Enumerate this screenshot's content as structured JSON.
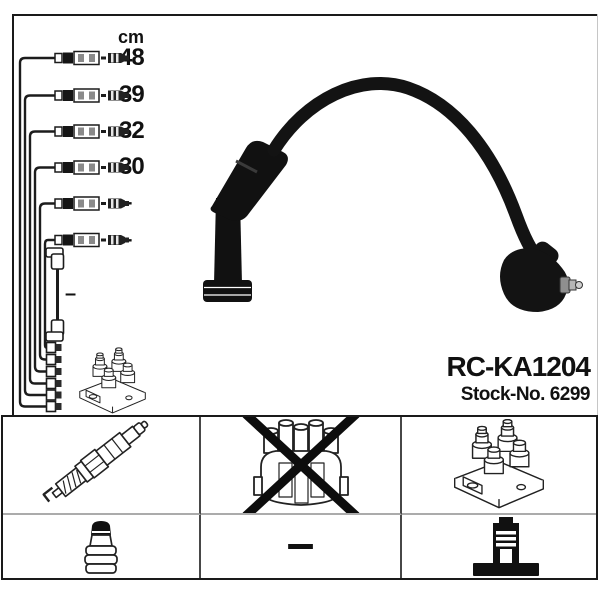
{
  "panel": {
    "unit_header": "cm",
    "cable_rows": [
      {
        "length": "48"
      },
      {
        "length": "39"
      },
      {
        "length": "32"
      },
      {
        "length": "30"
      },
      {
        "length": "–"
      },
      {
        "length": "–"
      }
    ],
    "coil_wire_length": "–",
    "part_number": "RC-KA1204",
    "stock_number": "Stock-No. 6299"
  },
  "table": {
    "cells": [
      {
        "icon": "spark-plug"
      },
      {
        "icon": "distributor-cap-crossed-out"
      },
      {
        "icon": "ignition-coil"
      },
      {
        "icon": "spark-plug-connector"
      },
      {
        "value": "–"
      },
      {
        "icon": "coil-connector"
      }
    ]
  },
  "icons": {
    "cable_row_icon": "ignition-lead-connector",
    "terminal_icon": "lead-terminal",
    "coil_pack_icon": "ignition-coil",
    "photo": "ignition-cable-photo"
  },
  "colors": {
    "frame": "#1a1a1a",
    "table_divider": "#474747",
    "row_divider": "#ababab",
    "ink": "#111111",
    "cable_black": "#131313",
    "metal_gray": "#a8a8a8"
  }
}
